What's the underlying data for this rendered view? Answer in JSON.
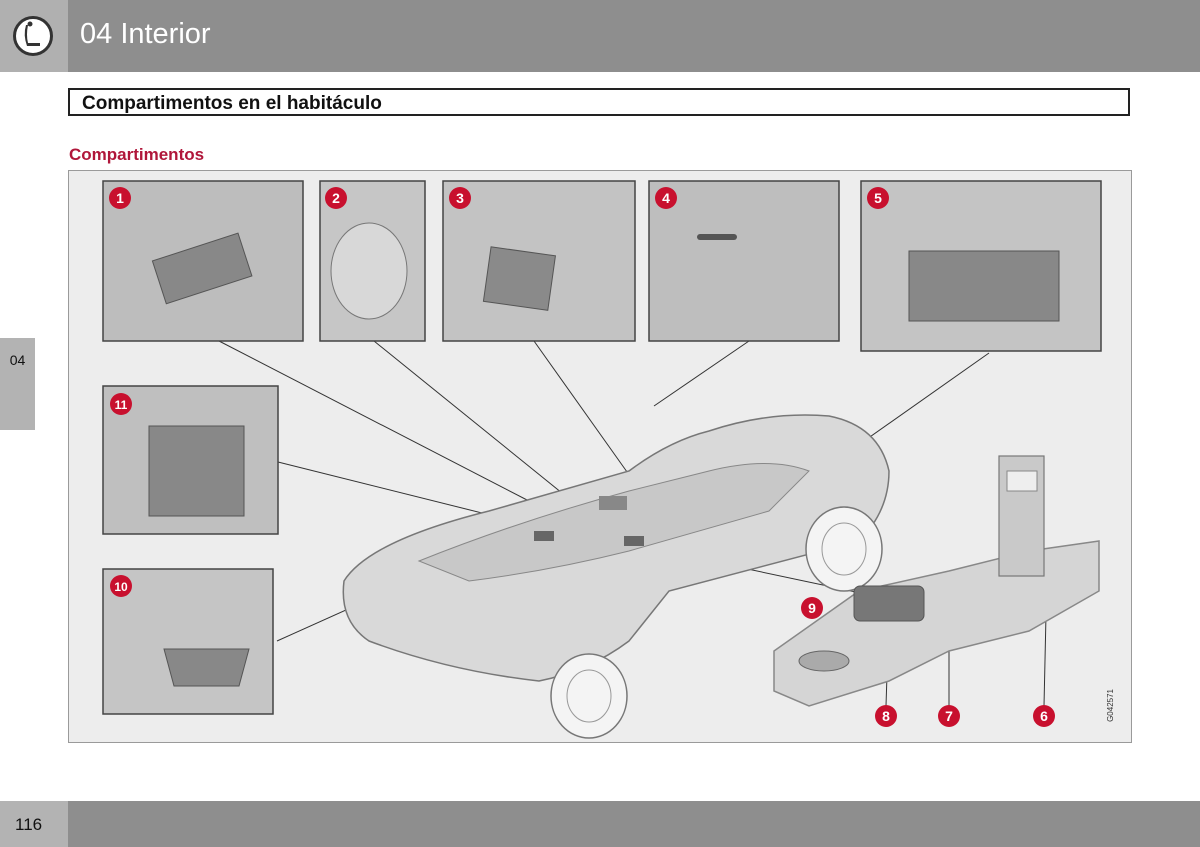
{
  "header": {
    "chapter_title": "04 Interior",
    "chapter_icon": "seat-icon"
  },
  "section": {
    "title": "Compartimentos en el habitáculo"
  },
  "subsection": {
    "title": "Compartimentos"
  },
  "side_tab": {
    "label": "04"
  },
  "figure": {
    "code": "G042571",
    "callouts": [
      "1",
      "2",
      "3",
      "4",
      "5",
      "6",
      "7",
      "8",
      "9",
      "10",
      "11"
    ],
    "callout_color": "#c8102e"
  },
  "footer": {
    "page_number": "116"
  }
}
